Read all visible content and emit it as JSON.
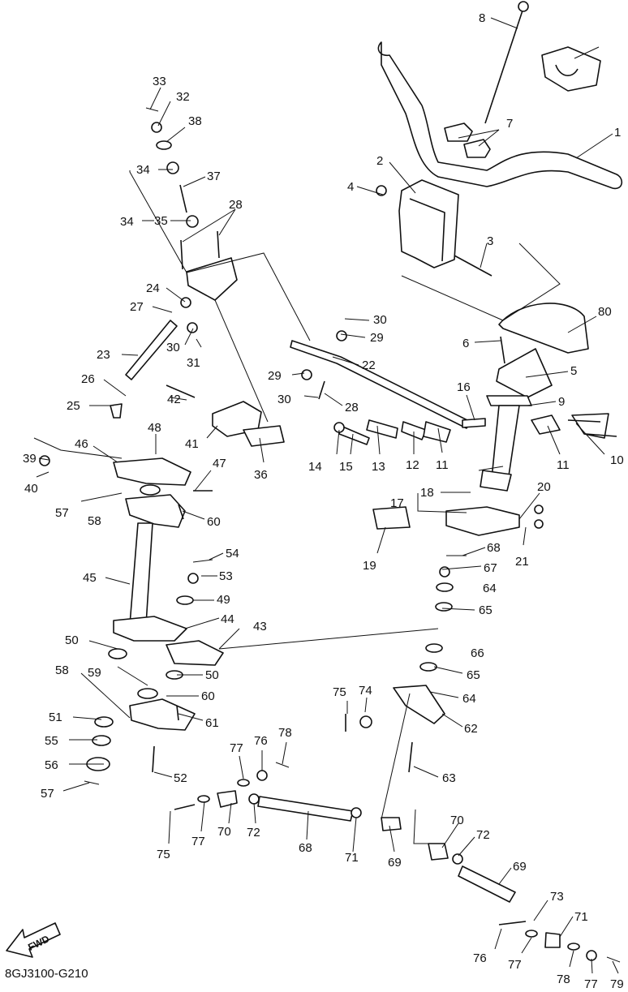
{
  "drawing_code": "8GJ3100-G210",
  "fwd_label": "FWD",
  "callouts": [
    "1",
    "2",
    "3",
    "4",
    "5",
    "6",
    "7",
    "8",
    "9",
    "10",
    "11",
    "11",
    "12",
    "13",
    "14",
    "15",
    "16",
    "17",
    "18",
    "19",
    "20",
    "21",
    "22",
    "23",
    "24",
    "25",
    "26",
    "27",
    "28",
    "28",
    "29",
    "29",
    "30",
    "30",
    "30",
    "31",
    "32",
    "33",
    "34",
    "34",
    "35",
    "36",
    "37",
    "38",
    "39",
    "40",
    "41",
    "42",
    "43",
    "44",
    "45",
    "46",
    "47",
    "48",
    "49",
    "50",
    "50",
    "51",
    "52",
    "53",
    "54",
    "55",
    "56",
    "57",
    "57",
    "58",
    "58",
    "59",
    "60",
    "60",
    "61",
    "62",
    "63",
    "64",
    "64",
    "65",
    "65",
    "66",
    "67",
    "68",
    "68",
    "69",
    "69",
    "70",
    "70",
    "71",
    "71",
    "72",
    "72",
    "73",
    "74",
    "75",
    "75",
    "76",
    "76",
    "77",
    "77",
    "77",
    "77",
    "78",
    "78",
    "79",
    "80"
  ]
}
